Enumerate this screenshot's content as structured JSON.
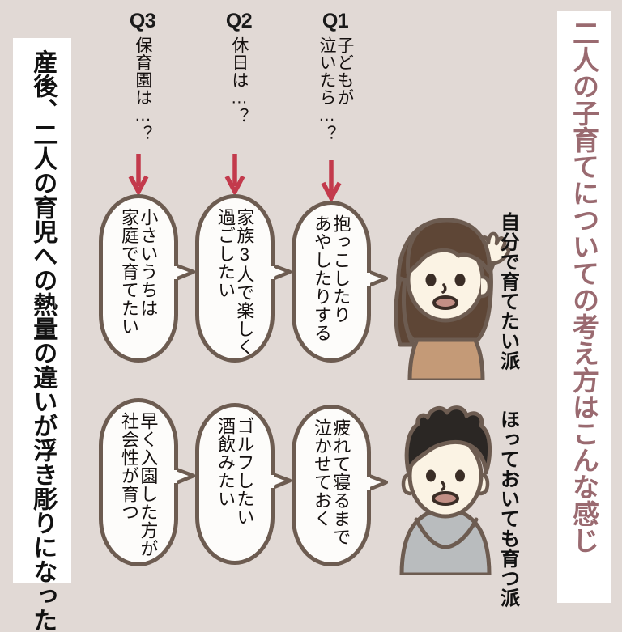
{
  "background_color": "#e1d9d5",
  "panel_color": "#ffffff",
  "accent_colors": {
    "title_rose": "#9a6a70",
    "arrow_red": "#c33a4c",
    "bubble_border": "#6d5c51",
    "bubble_fill": "#fdfcfa",
    "ink_black": "#15100f"
  },
  "left_panel": {
    "text": "産後、二人の育児への熱量の違いが浮き彫りになった"
  },
  "right_panel": {
    "title": "二人の子育てについての考え方はこんな感じ"
  },
  "questions": [
    {
      "label": "Q3",
      "lines": [
        "保育園は…？"
      ],
      "arrow_icon": "down-arrow-icon"
    },
    {
      "label": "Q2",
      "lines": [
        "休日は…？"
      ],
      "arrow_icon": "down-arrow-icon"
    },
    {
      "label": "Q1",
      "lines": [
        "子どもが",
        "泣いたら…？"
      ],
      "arrow_icon": "down-arrow-icon"
    }
  ],
  "characters": [
    {
      "id": "mother",
      "label": "自分で育てたい派",
      "avatar_icon": "woman-raising-hand-avatar",
      "hair_color": "#5e4636",
      "skin_color": "#fbf3e4",
      "clothes_color": "#c49a77"
    },
    {
      "id": "father",
      "label": "ほっておいても育つ派",
      "avatar_icon": "man-avatar",
      "hair_color": "#2b2724",
      "skin_color": "#fbf3e4",
      "clothes_color": "#b9bcbe"
    }
  ],
  "answers": {
    "mother": [
      {
        "question": "Q3",
        "lines": [
          "小さいうちは",
          "家庭で育てたい"
        ]
      },
      {
        "question": "Q2",
        "lines": [
          "家族3人で楽しく",
          "過ごしたい"
        ]
      },
      {
        "question": "Q1",
        "lines": [
          "抱っこしたり",
          "あやしたりする"
        ]
      }
    ],
    "father": [
      {
        "question": "Q3",
        "lines": [
          "早く入園した方が",
          "社会性が育つ"
        ]
      },
      {
        "question": "Q2",
        "lines": [
          "ゴルフしたい",
          "酒飲みたい"
        ]
      },
      {
        "question": "Q1",
        "lines": [
          "疲れて寝るまで",
          "泣かせておく"
        ]
      }
    ]
  }
}
